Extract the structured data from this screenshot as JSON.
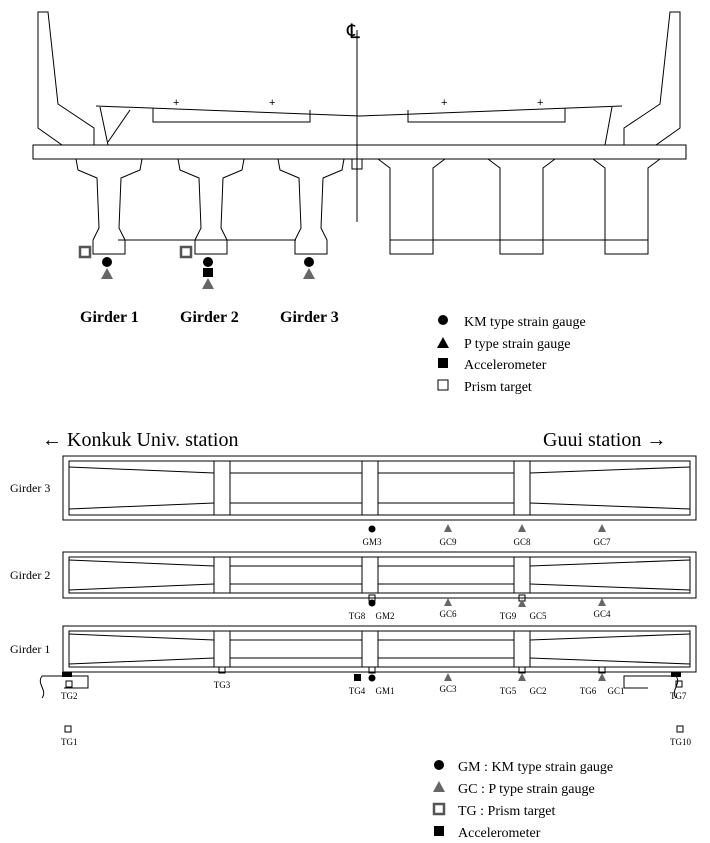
{
  "section": {
    "centerline_symbol": "℄",
    "girders": [
      "Girder 1",
      "Girder 2",
      "Girder 3"
    ],
    "legend": [
      {
        "symbol": "circle",
        "label": "KM type strain gauge"
      },
      {
        "symbol": "triangle",
        "label": "P type strain gauge"
      },
      {
        "symbol": "square-filled",
        "label": "Accelerometer"
      },
      {
        "symbol": "square-open",
        "label": "Prism target"
      }
    ]
  },
  "plan": {
    "left_direction": "← Konkuk Univ. station",
    "right_direction": "Guui station →",
    "rows": [
      {
        "name": "Girder 3",
        "gauges": [
          "GM3",
          "GC9",
          "GC8",
          "GC7"
        ]
      },
      {
        "name": "Girder 2",
        "gauges": [
          "TG8",
          "GM2",
          "GC6",
          "TG9",
          "GC5",
          "GC4"
        ]
      },
      {
        "name": "Girder 1",
        "gauges": [
          "TG3",
          "TG4",
          "GM1",
          "GC3",
          "TG5",
          "GC2",
          "TG6",
          "GC1"
        ]
      }
    ],
    "support_targets": [
      "TG2",
      "TG7",
      "TG1",
      "TG10"
    ],
    "legend": [
      {
        "symbol": "circle",
        "label": "GM : KM type strain gauge"
      },
      {
        "symbol": "triangle",
        "label": "GC : P type strain gauge"
      },
      {
        "symbol": "square-open",
        "label": "TG : Prism target"
      },
      {
        "symbol": "square-filled",
        "label": "Accelerometer"
      }
    ]
  },
  "colors": {
    "line": "#000000",
    "gauge_triangle": "#666666",
    "target": "#555555"
  }
}
